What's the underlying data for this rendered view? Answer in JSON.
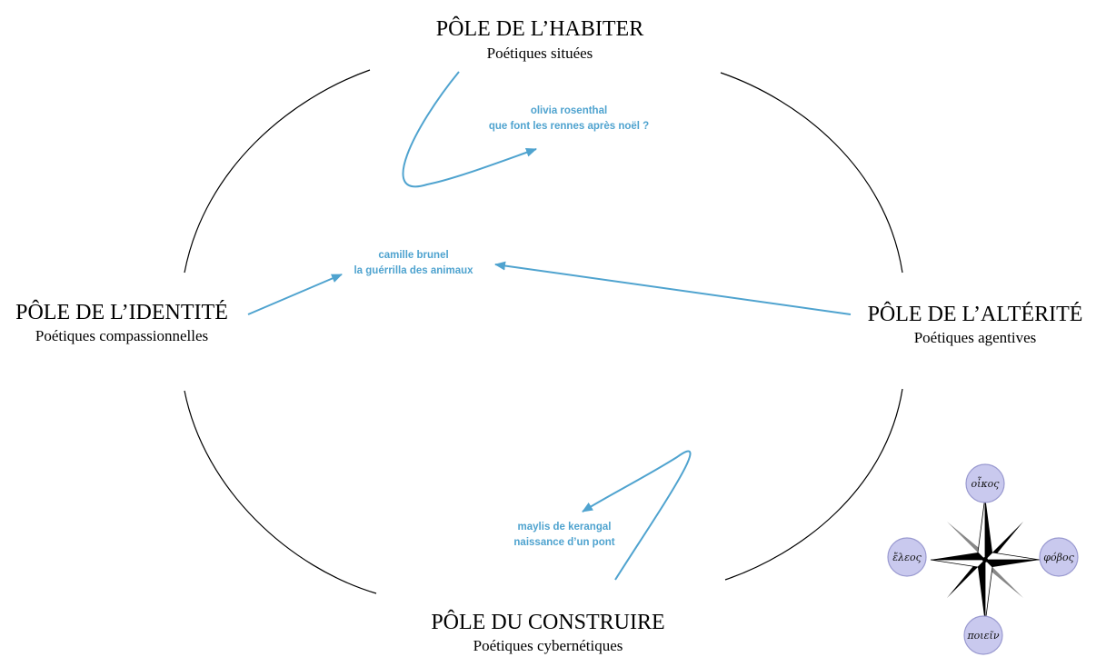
{
  "colors": {
    "accent": "#4fa3cf",
    "ellipse": "#000000",
    "compass_node": "#c9c9ee",
    "compass_node_stroke": "#9a9ad0"
  },
  "poles": {
    "habiter": {
      "title": "PÔLE DE L’HABITER",
      "subtitle": "Poétiques situées"
    },
    "identite": {
      "title": "PÔLE DE L’IDENTITÉ",
      "subtitle": "Poétiques compassionnelles"
    },
    "alterite": {
      "title": "PÔLE DE L’ALTÉRITÉ",
      "subtitle": "Poétiques agentives"
    },
    "construire": {
      "title": "PÔLE DU CONSTRUIRE",
      "subtitle": "Poétiques cybernétiques"
    }
  },
  "works": {
    "rosenthal": {
      "author": "olivia rosenthal",
      "title": "que font les rennes après noël ?"
    },
    "brunel": {
      "author": "camille brunel",
      "title": "la guérrilla des animaux"
    },
    "kerangal": {
      "author": "maylis de kerangal",
      "title": "naissance d’un pont"
    }
  },
  "compass": {
    "north": "οἶκος",
    "west": "ἔλεος",
    "east": "φόβος",
    "south": "ποιεῖν"
  }
}
